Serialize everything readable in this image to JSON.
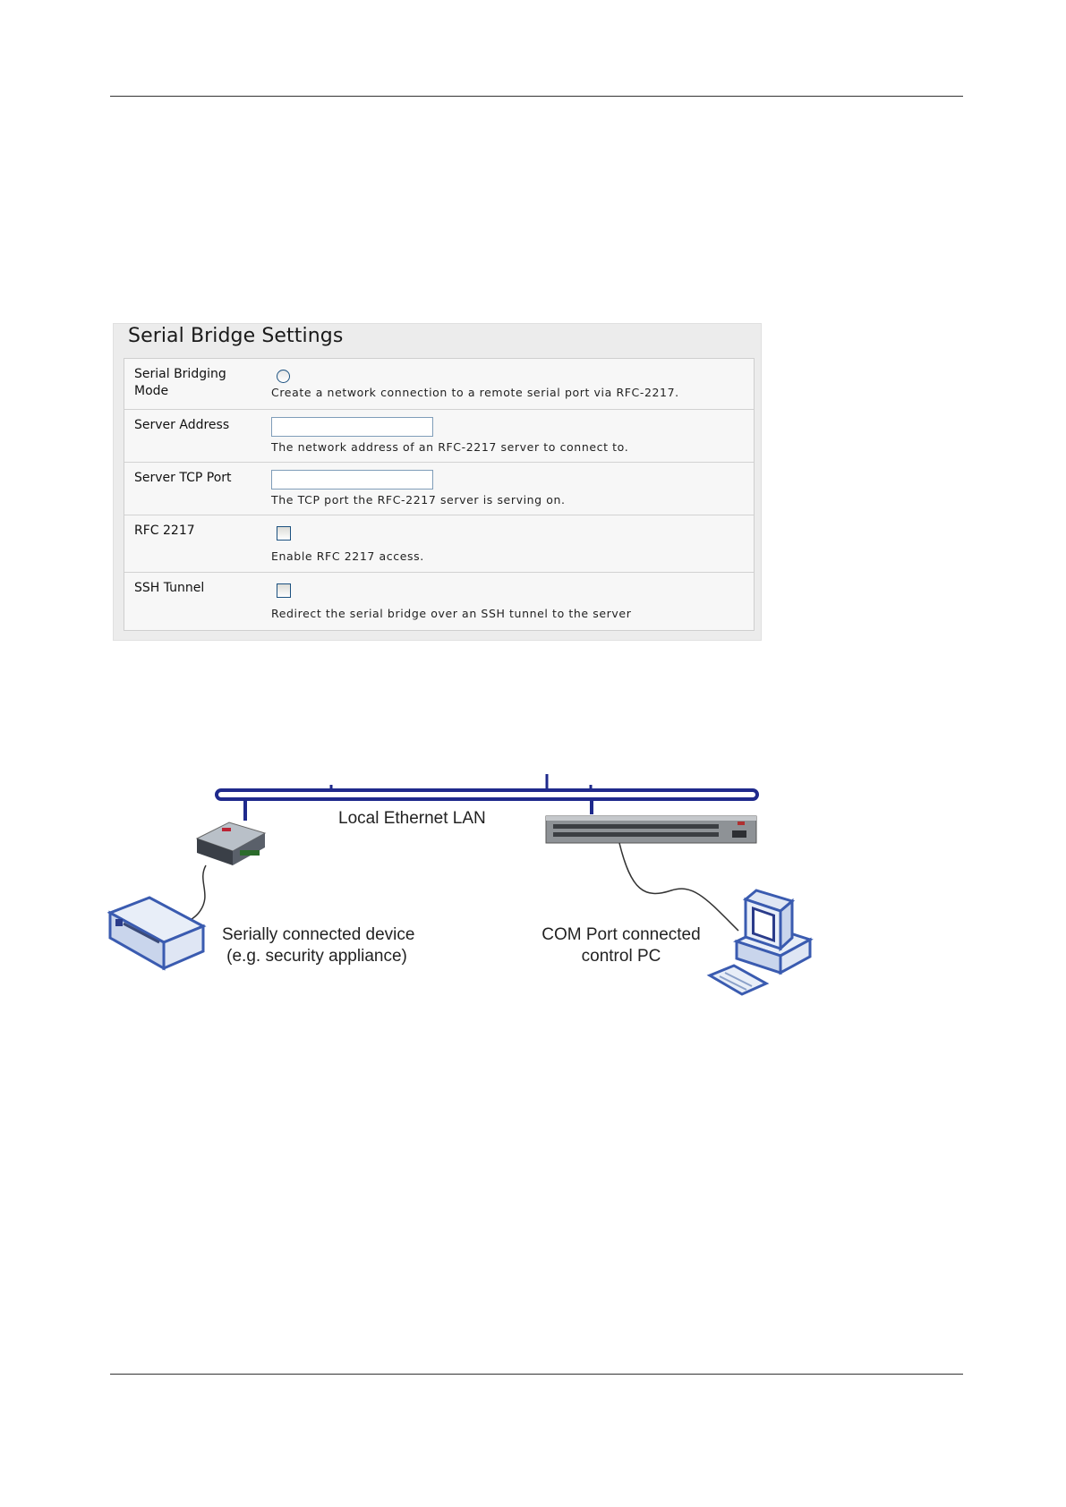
{
  "settings_panel": {
    "title": "Serial Bridge Settings",
    "rows": [
      {
        "label_line1": "Serial Bridging",
        "label_line2": "Mode",
        "control": "radio",
        "help": "Create a network connection to a remote serial port via RFC-2217."
      },
      {
        "label": "Server Address",
        "control": "text",
        "value": "",
        "help": "The network address of an RFC-2217 server to connect to."
      },
      {
        "label": "Server TCP Port",
        "control": "text",
        "value": "",
        "help": "The TCP port the RFC-2217 server is serving on."
      },
      {
        "label": "RFC 2217",
        "control": "checkbox",
        "checked": false,
        "help": "Enable RFC 2217 access."
      },
      {
        "label": "SSH Tunnel",
        "control": "checkbox",
        "checked": false,
        "help": "Redirect the serial bridge over an SSH tunnel to the server"
      }
    ]
  },
  "diagram": {
    "lan_label": "Local Ethernet LAN",
    "device_label_line1": "Serially connected device",
    "device_label_line2": "(e.g. security appliance)",
    "pc_label_line1": "COM Port connected",
    "pc_label_line2": "control PC",
    "colors": {
      "bus": "#1f2a8c",
      "device_fill": "#d7e0f2",
      "device_stroke": "#3a5bb0"
    }
  }
}
